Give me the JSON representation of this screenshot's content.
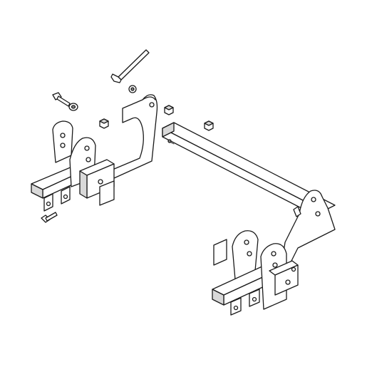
{
  "colors": {
    "line": "#1a1a1a",
    "paper": "#ffffff",
    "shade": "#d9d9d9"
  },
  "diagram": {
    "parts": [
      "hex-key",
      "washer",
      "bolt-upper",
      "washer-upper",
      "nut-left",
      "nut-center",
      "nut-right",
      "left-mount-bracket",
      "left-side-plate",
      "crossbar-tube",
      "right-mount-bracket",
      "right-side-plate",
      "bolt-lower"
    ]
  }
}
